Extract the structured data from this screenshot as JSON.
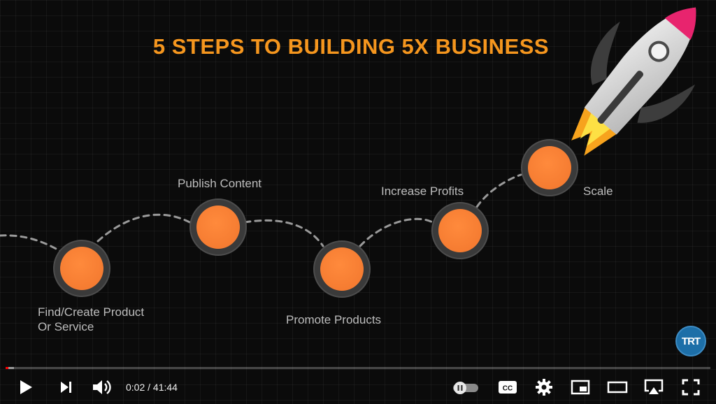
{
  "slide": {
    "title": "5 STEPS TO BUILDING 5X BUSINESS",
    "steps": [
      {
        "label": "Find/Create Product\nOr Service"
      },
      {
        "label": "Publish Content"
      },
      {
        "label": "Promote Products"
      },
      {
        "label": "Increase Profits"
      },
      {
        "label": "Scale"
      }
    ],
    "logo_text": "TRT",
    "colors": {
      "title": "#f5961e",
      "circle_fill": "#f58a3a",
      "circle_ring": "#3a3a3a",
      "rocket_nose": "#e8246e"
    }
  },
  "player": {
    "current_time": "0:02",
    "separator": " / ",
    "duration": "41:44",
    "progress_fraction": 0.0008,
    "icons": {
      "play": "play-icon",
      "next": "next-icon",
      "volume": "volume-icon",
      "autoplay": "autoplay-toggle-icon",
      "captions": "captions-icon",
      "settings": "gear-icon",
      "miniplayer": "miniplayer-icon",
      "theater": "theater-icon",
      "airplay": "airplay-icon",
      "fullscreen": "fullscreen-icon"
    },
    "captions_text": "CC"
  }
}
